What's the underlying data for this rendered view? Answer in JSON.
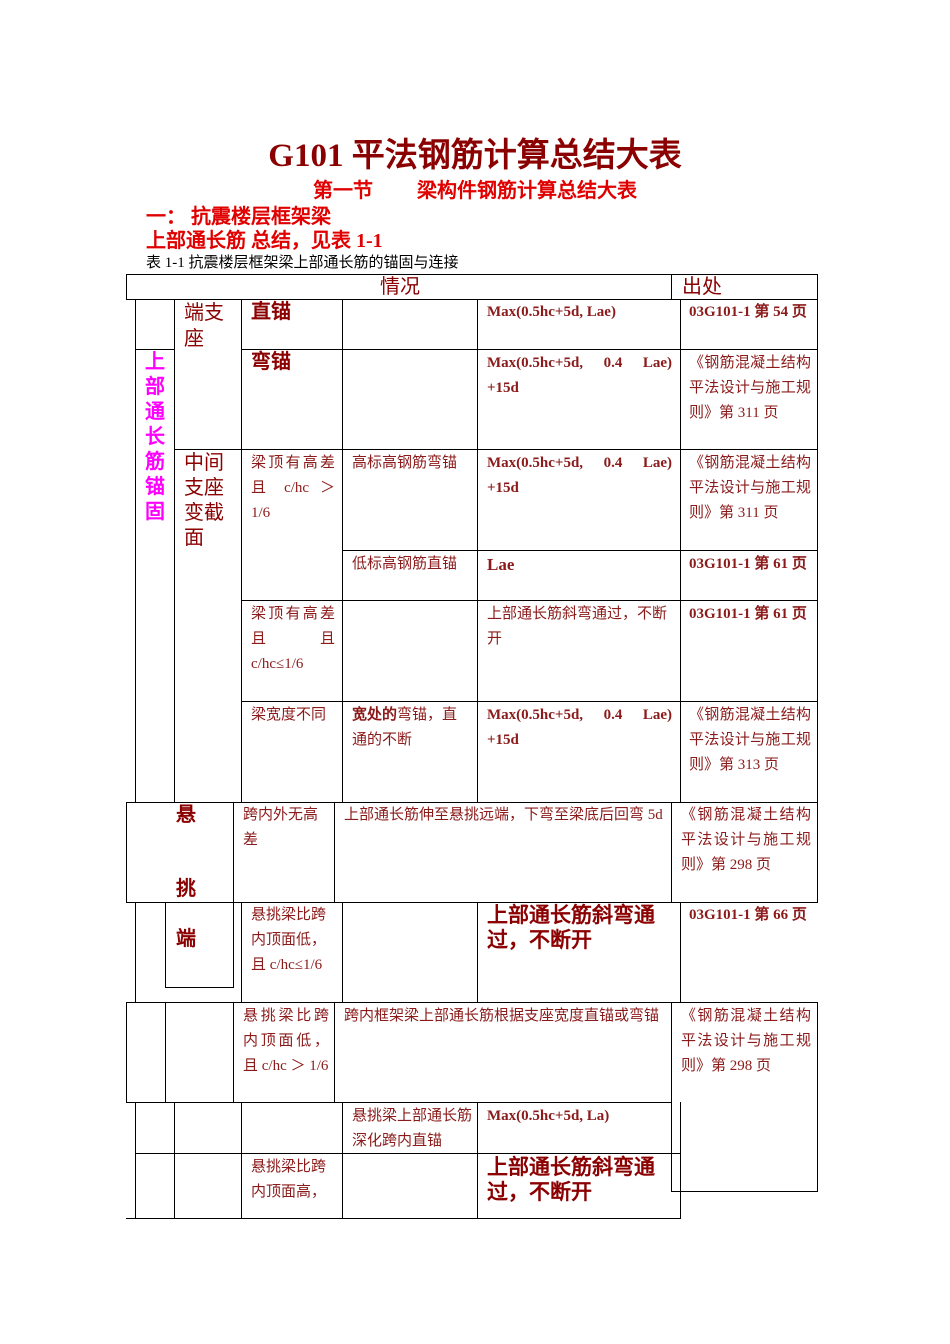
{
  "doc": {
    "title": "G101 平法钢筋计算总结大表",
    "section_left": "第一节",
    "section_right": "梁构件钢筋计算总结大表",
    "heading1": "一： 抗震楼层框架梁",
    "heading2": "上部通长筋 总结，见表 1-1",
    "caption": "表 1-1      抗震楼层框架梁上部通长筋的锚固与连接"
  },
  "table": {
    "header_situation": "情况",
    "header_source": "出处",
    "group_label": "上部通长筋锚固",
    "end_support": "端支座",
    "mid_support": "中间支座变截面",
    "cantilever_1": "悬",
    "cantilever_2": "挑",
    "cantilever_3": "端",
    "r1": {
      "type": "直锚",
      "formula": "Max(0.5hc+5d,   Lae)",
      "source": "03G101-1  第  54 页"
    },
    "r2": {
      "type": "弯锚",
      "formula": "Max(0.5hc+5d,    0.4  Lae) +15d",
      "source": "《钢筋混凝土结构平法设计与施工规则》第 311 页"
    },
    "r3": {
      "cond": "梁顶有高差且 c/hc ＞ 1/6",
      "sub": "高标高钢筋弯锚",
      "formula": "Max(0.5hc+5d,    0.4  Lae) +15d",
      "source": "《钢筋混凝土结构平法设计与施工规则》第 311 页"
    },
    "r4": {
      "sub": "低标高钢筋直锚",
      "formula": "Lae",
      "source": "03G101-1  第  61 页"
    },
    "r5": {
      "cond": "梁顶有高差且 且 c/hc≤1/6",
      "formula": "上部通长筋斜弯通过，不断开",
      "source": "03G101-1  第  61 页"
    },
    "r6": {
      "cond": "梁宽度不同",
      "sub_bold": "宽处的",
      "sub_rest": "弯锚，直通的不断",
      "formula": "Max(0.5hc+5d,    0.4  Lae) +15d",
      "source": "《钢筋混凝土结构平法设计与施工规则》第 313 页"
    },
    "r7": {
      "cond": "跨内外无高差",
      "desc": "上部通长筋伸至悬挑远端，下弯至梁底后回弯 5d",
      "source": "《钢筋混凝土结构平法设计与施工规则》第 298 页"
    },
    "r8": {
      "cond": "悬挑梁比跨内顶面低，且 c/hc≤1/6",
      "formula": "上部通长筋斜弯通过，不断开",
      "source": "03G101-1  第  66 页"
    },
    "r9": {
      "cond": "悬挑梁比跨内顶面低，且 c/hc ＞ 1/6",
      "desc": "跨内框架梁上部通长筋根据支座宽度直锚或弯锚",
      "source": "《钢筋混凝土结构平法设计与施工规则》第 298 页"
    },
    "r10": {
      "sub": "悬挑梁上部通长筋深化跨内直锚",
      "formula": "Max(0.5hc+5d, La)"
    },
    "r11": {
      "cond": "悬挑梁比跨内顶面高，",
      "formula": "上部通长筋斜弯通过，不断开"
    }
  }
}
